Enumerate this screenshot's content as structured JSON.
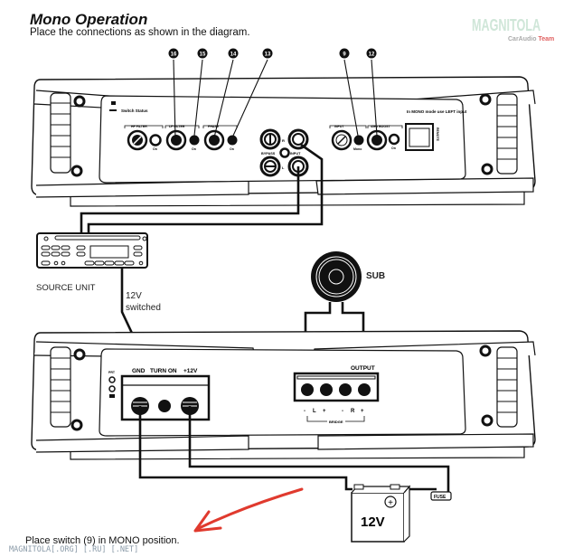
{
  "header": {
    "title": "Mono Operation",
    "subtitle": "Place the connections as shown in the diagram."
  },
  "logo": {
    "main": "MAGNITOLA",
    "sub_gray": "CarAudio",
    "sub_red": "Team"
  },
  "callouts": [
    "16",
    "15",
    "14",
    "13",
    "9",
    "12"
  ],
  "top_amp": {
    "switch_status": "Switch Status",
    "mono_note": "In MONO mode use LEFT input",
    "input_labels": {
      "bypass": "BYPASS",
      "input": "INPUT",
      "r": "R",
      "l": "L"
    },
    "remote": "REMOTE",
    "section_labels": [
      "HP FILTER",
      "LP FILTER",
      "PHASE",
      "INPUT",
      "45Hz BOOST"
    ],
    "switch_labels": [
      "On",
      "On",
      "On",
      "Mono",
      "On"
    ]
  },
  "source_unit": {
    "label": "SOURCE UNIT"
  },
  "wire_label": {
    "line1": "12V",
    "line2": "switched"
  },
  "sub": {
    "label": "SUB"
  },
  "bottom_amp": {
    "power_labels": [
      "GND",
      "TURN ON",
      "+12V"
    ],
    "prot": "PRT",
    "output": "OUTPUT",
    "terminals": [
      "-",
      "L",
      "+",
      "-",
      "R",
      "+"
    ],
    "bridge": "BRIDGE"
  },
  "battery": {
    "label": "12V",
    "fuse": "FUSE",
    "plus": "+"
  },
  "footer": {
    "instruction": "Place switch (9) in MONO position.",
    "watermark": "MAGNITOLA[.ORG] [.RU] [.NET]"
  },
  "colors": {
    "line": "#111111",
    "arrow": "#e03a2e",
    "logo_green": "#cfe6d8",
    "logo_red": "#e06060"
  }
}
